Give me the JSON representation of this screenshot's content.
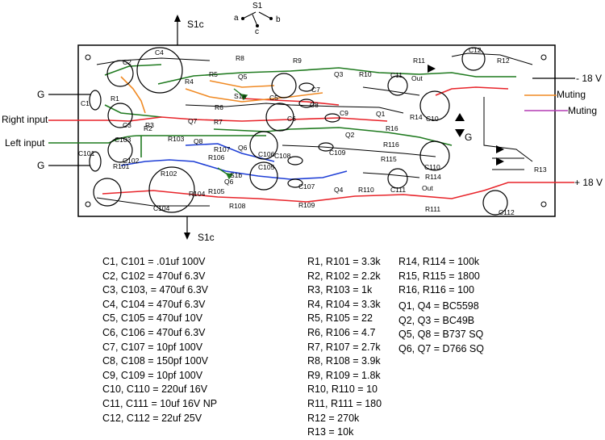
{
  "switch": {
    "title": "S1",
    "a": "a",
    "b": "b",
    "c": "c"
  },
  "terminals": {
    "s1c_top": "S1c",
    "s1c_bottom": "S1c",
    "g_top": "G",
    "right_input": "Right input",
    "left_input": "Left input",
    "g_bottom": "G",
    "neg18": "- 18 V",
    "muting1": "Muting",
    "muting2": "Muting",
    "pos18": "+ 18 V",
    "g_mid": "G"
  },
  "board_labels": [
    "C2",
    "C4",
    "C1",
    "R1",
    "C3",
    "R3",
    "R4",
    "R5",
    "R8",
    "Q5",
    "R9",
    "Q3",
    "R10",
    "C11",
    "Out",
    "R11",
    "C12",
    "R12",
    "S1a",
    "C5",
    "C7",
    "C8",
    "R6",
    "R7",
    "Q7",
    "C6",
    "C9",
    "Q1",
    "R13",
    "R16",
    "R14",
    "C10",
    "R103",
    "Q8",
    "C103",
    "C102",
    "C101",
    "R101",
    "R107",
    "Q6",
    "C106",
    "C108",
    "C109",
    "Q2",
    "R116",
    "R106",
    "S1b",
    "Q6",
    "C105",
    "R115",
    "C110",
    "C107",
    "R102",
    "R104",
    "R105",
    "R108",
    "R109",
    "Q4",
    "R110",
    "C111",
    "Out",
    "R114",
    "C104",
    "R111",
    "C112",
    "R2"
  ],
  "parts_list": {
    "capacitors": [
      "C1, C101 = .01uf 100V",
      "C2, C102 = 470uf 6.3V",
      "C3, C103, = 470uf 6.3V",
      "C4, C104 = 470uf 6.3V",
      "C5, C105 = 470uf 10V",
      "C6, C106 = 470uf 6.3V",
      "C7, C107 = 10pf 100V",
      "C8, C108 = 150pf 100V",
      "C9, C109 = 10pf 100V",
      "C10, C110 = 220uf 16V",
      "C11, C111 = 10uf 16V NP",
      "C12, C112 = 22uf 25V"
    ],
    "resistors": [
      "R1, R101 = 3.3k",
      "R2, R102 = 2.2k",
      "R3, R103 = 1k",
      "R4, R104 = 3.3k",
      "R5, R105 = 22",
      "R6, R106 = 4.7",
      "R7, R107 = 2.7k",
      "R8, R108 = 3.9k",
      "R9, R109 = 1.8k",
      "R10, R110 = 10",
      "R11, R111 = 180",
      "R12 = 270k",
      "R13 = 10k"
    ],
    "resistors2": [
      "R14, R114 = 100k",
      "R15, R115 = 1800",
      "R16, R116 = 100"
    ],
    "transistors": [
      "Q1, Q4 = BC5598",
      "Q2, Q3 = BC49B",
      "Q5, Q8 = B737 SQ",
      "Q6, Q7 = D766 SQ"
    ]
  },
  "colors": {
    "red": "#e8242a",
    "green": "#1f7a1f",
    "blue": "#1f3fd6",
    "orange": "#f08a24",
    "purple": "#b33bb3"
  }
}
